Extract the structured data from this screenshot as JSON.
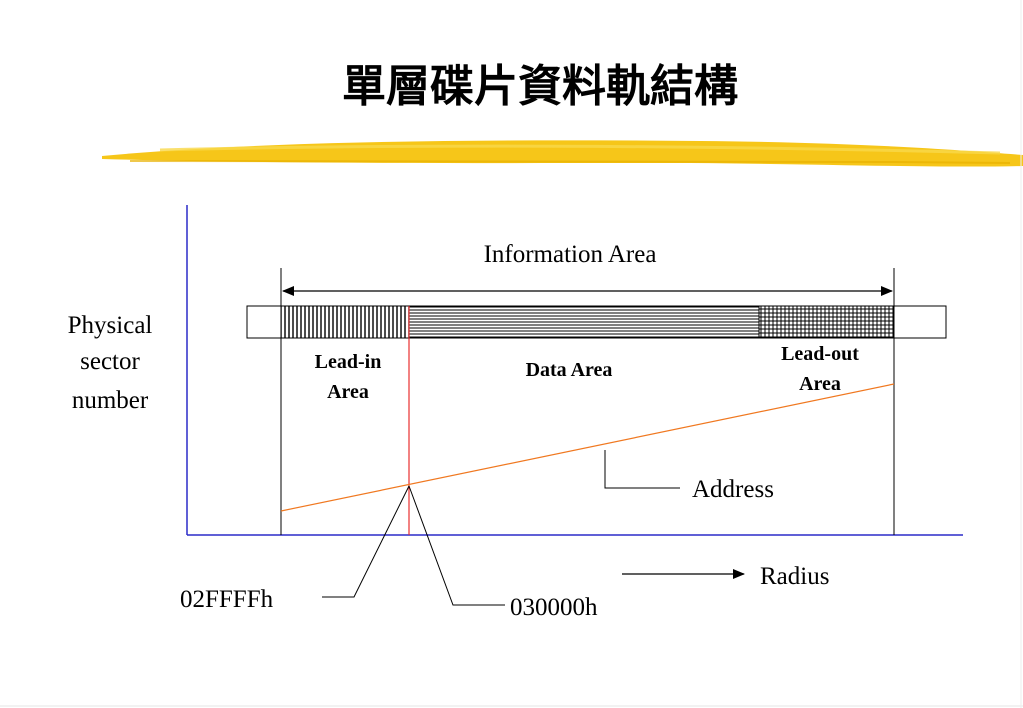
{
  "slide": {
    "title": "單層碟片資料軌結構"
  },
  "diagram": {
    "information_area": "Information Area",
    "y_label_line1": "Physical",
    "y_label_line2": "sector",
    "y_label_line3": "number",
    "lead_in_line1": "Lead-in",
    "lead_in_line2": "Area",
    "data_area": "Data Area",
    "lead_out_line1": "Lead-out",
    "lead_out_line2": "Area",
    "address": "Address",
    "radius": "Radius",
    "addr_start": "02FFFFh",
    "addr_next": "030000h"
  },
  "colors": {
    "axis": "#2b2bc8",
    "address_line": "#f07820",
    "boundary_line": "#e83030",
    "highlight": "#f5c000"
  }
}
